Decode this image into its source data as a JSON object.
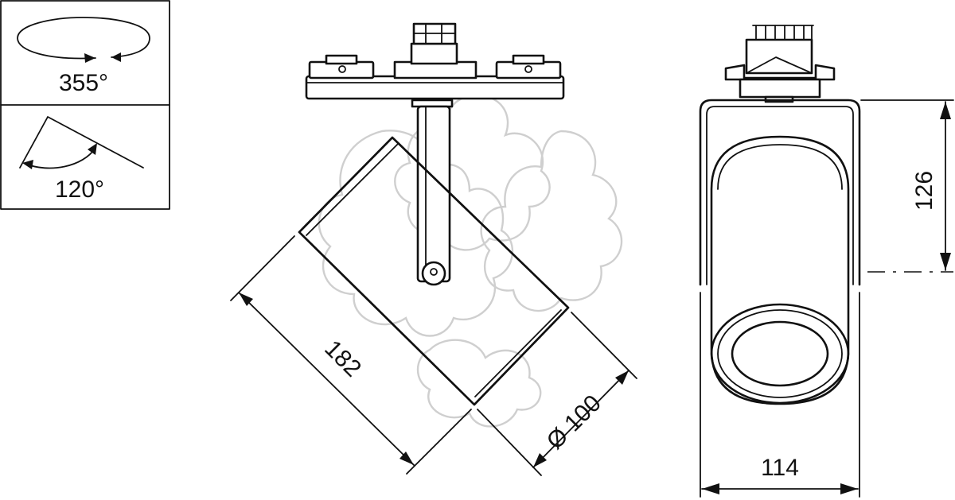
{
  "panels": {
    "rotation": {
      "label": "355°",
      "icon": "rotation-ellipse-icon"
    },
    "tilt": {
      "label": "120°",
      "icon": "tilt-angle-icon"
    }
  },
  "dimensions": {
    "length": "182",
    "diameter": "Ø 100",
    "height": "126",
    "width": "114"
  },
  "colors": {
    "line": "#111111",
    "watermark": "#cfcfcf",
    "background": "#ffffff"
  }
}
